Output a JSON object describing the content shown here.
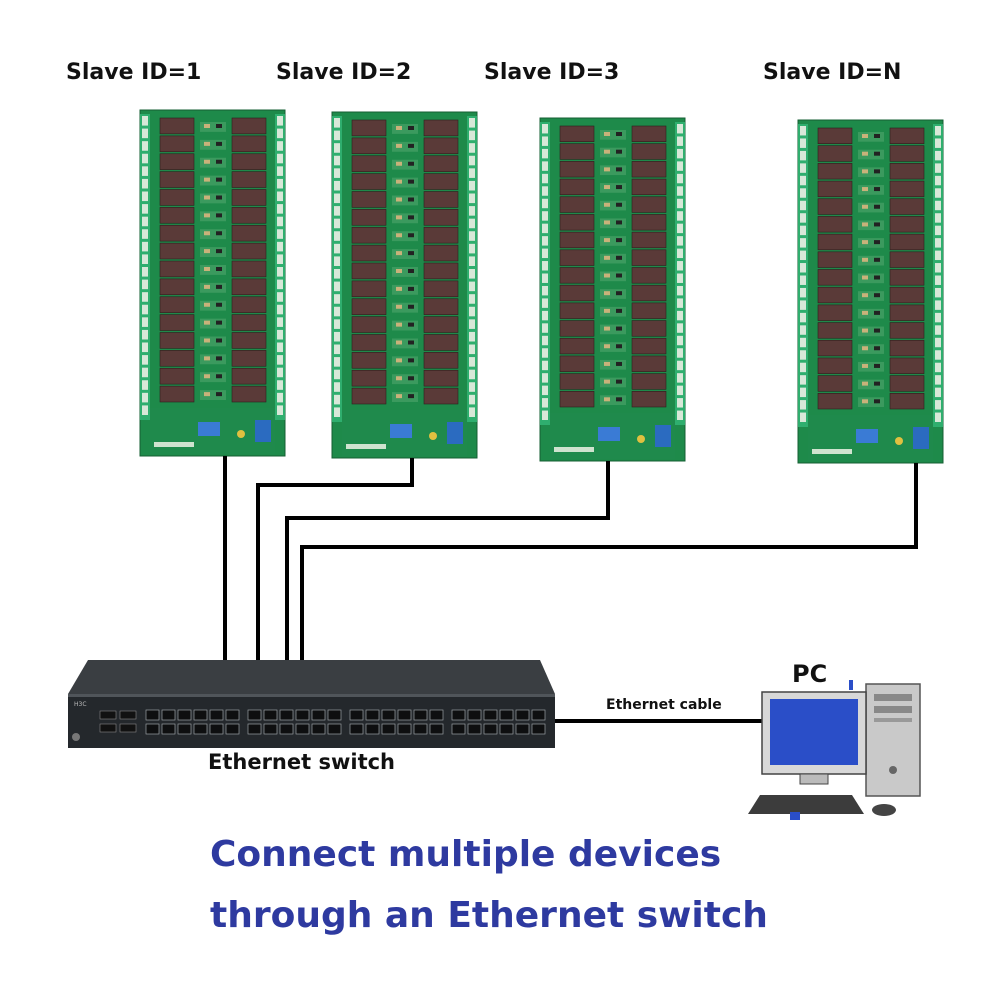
{
  "slaves": [
    {
      "label": "Slave ID=1"
    },
    {
      "label": "Slave ID=2"
    },
    {
      "label": "Slave ID=3"
    },
    {
      "label": "Slave ID=N"
    }
  ],
  "switch": {
    "label": "Ethernet switch",
    "brand": "H3C"
  },
  "cable": {
    "label": "Ethernet cable"
  },
  "pc": {
    "label": "PC"
  },
  "caption": {
    "line1": "Connect multiple devices",
    "line2": "through an Ethernet switch"
  },
  "colors": {
    "board": "#1e8a4a",
    "relay": "#5a3a38",
    "terminal": "#2fae6e",
    "switch_body": "#2b2f33",
    "caption": "#2e3aa0",
    "pc_blue": "#2a4ec8"
  },
  "icons": [
    "relay-board-icon",
    "ethernet-switch-icon",
    "pc-icon"
  ]
}
